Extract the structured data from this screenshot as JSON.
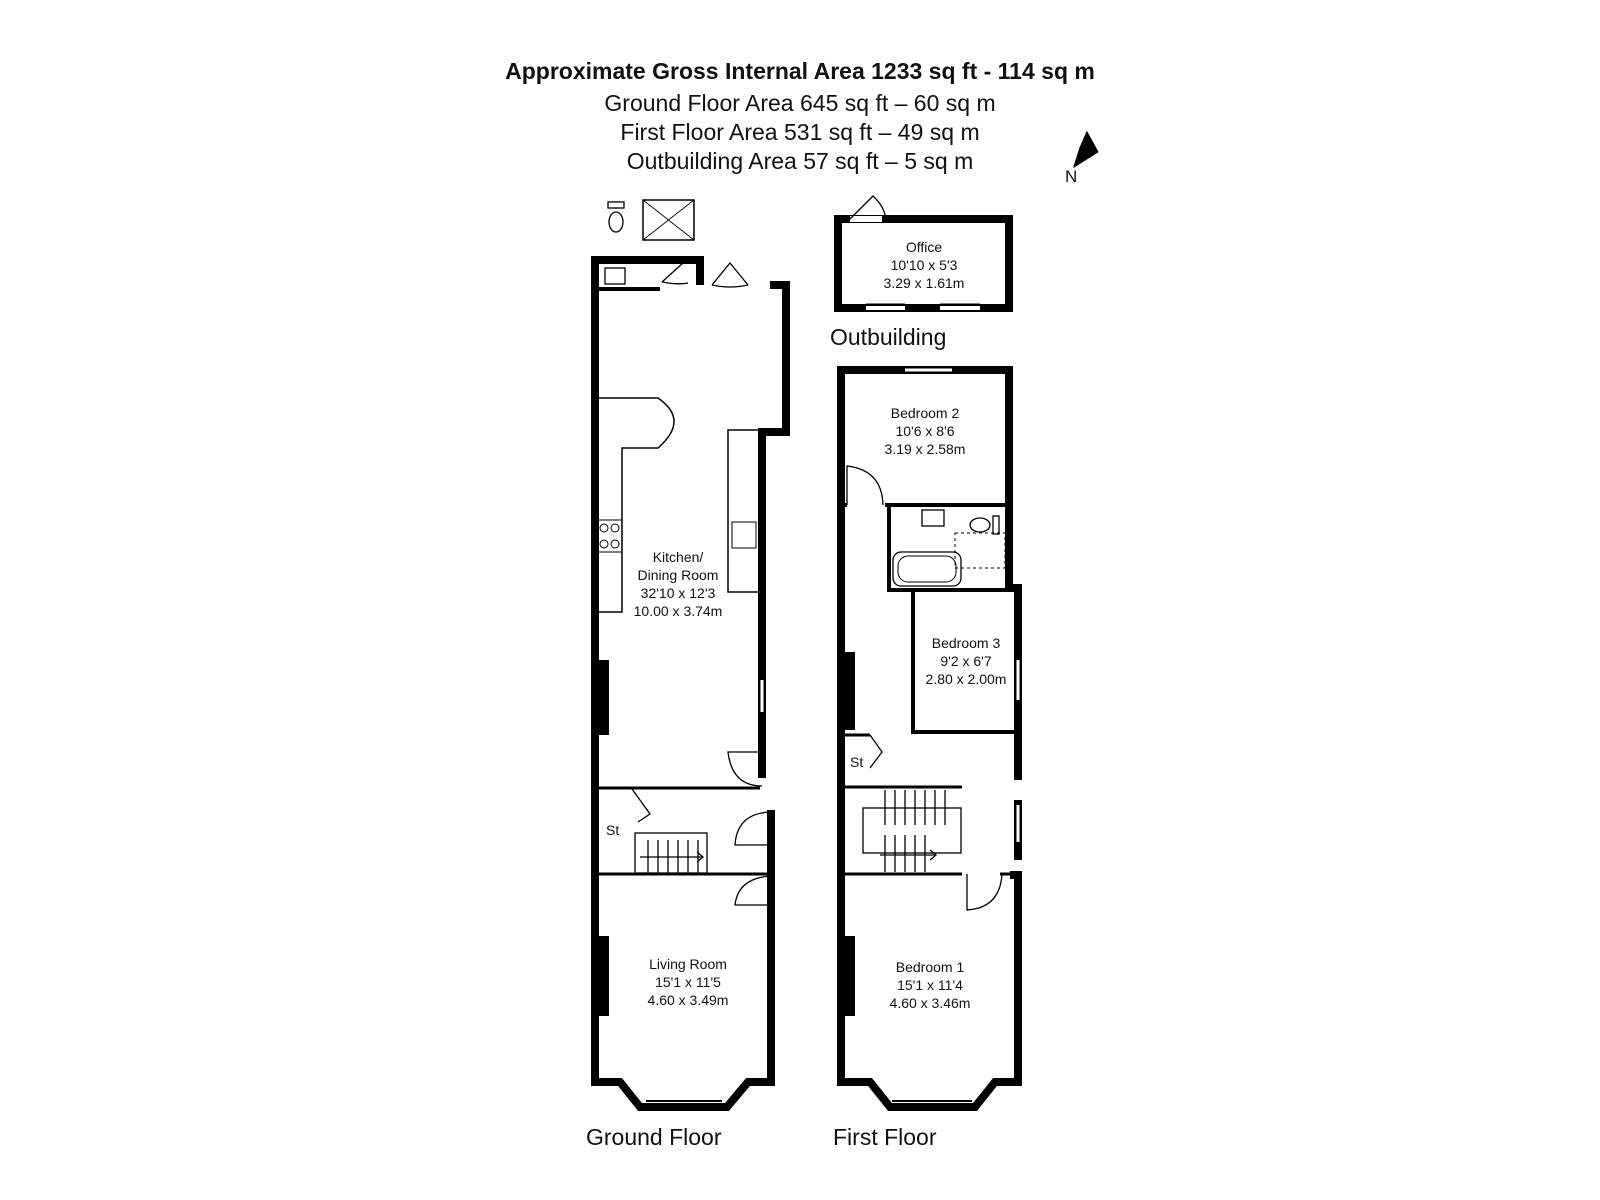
{
  "header": {
    "title": "Approximate Gross Internal Area 1233 sq ft - 114 sq m",
    "ground_area": "Ground Floor Area 645 sq ft – 60 sq m",
    "first_area": "First Floor Area 531 sq ft – 49 sq m",
    "outbuilding_area": "Outbuilding Area 57 sq ft – 5 sq m"
  },
  "compass": {
    "label": "N"
  },
  "floors": {
    "ground": "Ground Floor",
    "first": "First Floor",
    "outbuilding": "Outbuilding"
  },
  "rooms": {
    "kitchen": {
      "name1": "Kitchen/",
      "name2": "Dining Room",
      "imperial": "32'10 x 12'3",
      "metric": "10.00 x 3.74m"
    },
    "living": {
      "name": "Living Room",
      "imperial": "15'1 x 11'5",
      "metric": "4.60 x 3.49m"
    },
    "office": {
      "name": "Office",
      "imperial": "10'10 x 5'3",
      "metric": "3.29 x 1.61m"
    },
    "bedroom2": {
      "name": "Bedroom 2",
      "imperial": "10'6 x 8'6",
      "metric": "3.19 x 2.58m"
    },
    "bedroom3": {
      "name": "Bedroom 3",
      "imperial": "9'2 x 6'7",
      "metric": "2.80 x 2.00m"
    },
    "bedroom1": {
      "name": "Bedroom 1",
      "imperial": "15'1 x 11'4",
      "metric": "4.60 x 3.46m"
    },
    "store_ground": "St",
    "store_first": "St"
  }
}
